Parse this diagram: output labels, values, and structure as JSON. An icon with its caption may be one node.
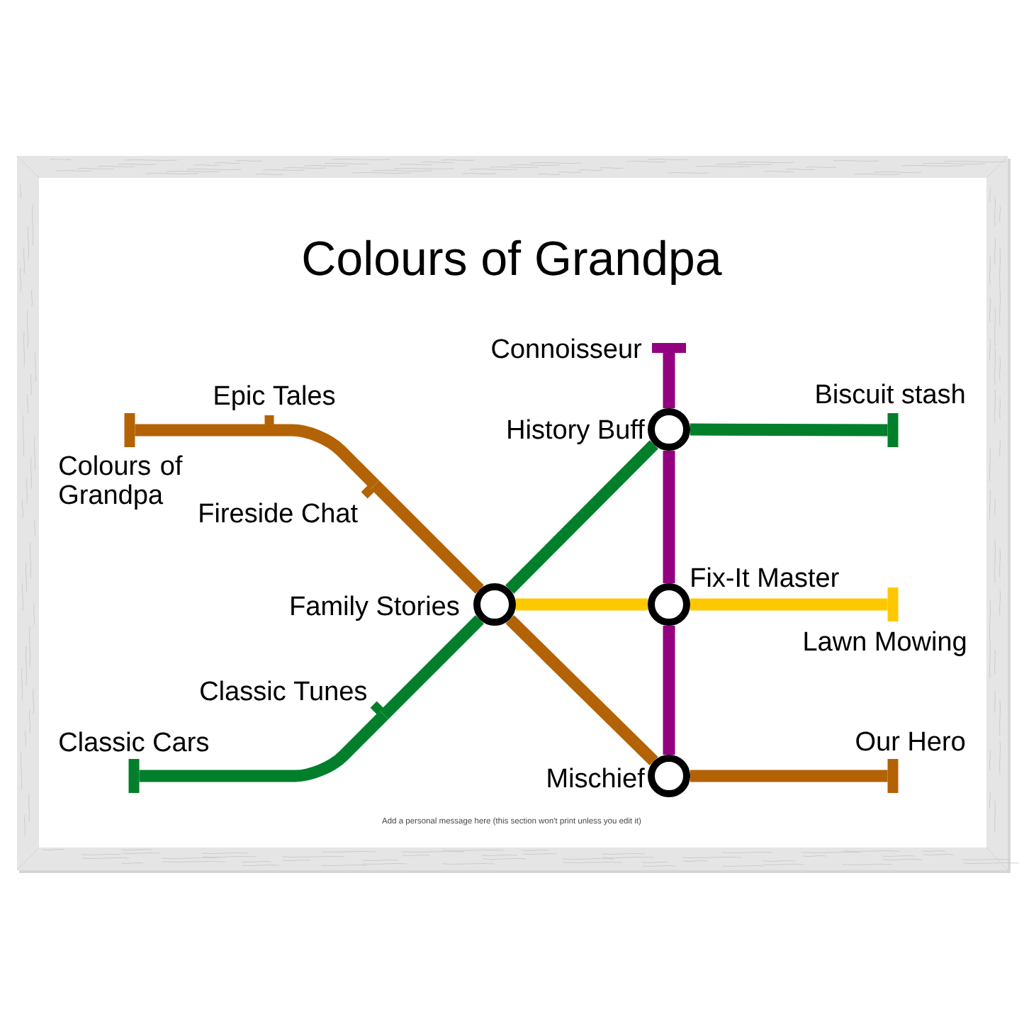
{
  "diagram": {
    "title": "Colours of Grandpa",
    "nodes": [
      {
        "text": [
          "Connoisseur"
        ]
      },
      {
        "text": [
          "Epic Tales"
        ]
      },
      {
        "text": [
          "Biscuit stash"
        ]
      },
      {
        "text": [
          "History Buff"
        ]
      },
      {
        "text": [
          "Colours of Grandpa"
        ]
      },
      {
        "text": [
          "Fireside Chat"
        ]
      },
      {
        "text": [
          "Fix-It Master"
        ]
      },
      {
        "text": [
          "Family Stories"
        ]
      },
      {
        "text": [
          "Lawn Mowing"
        ]
      },
      {
        "text": [
          "Classic Tunes"
        ]
      },
      {
        "text": [
          "Classic Cars"
        ]
      },
      {
        "text": [
          "Our Hero"
        ]
      },
      {
        "text": [
          "Mischief"
        ]
      }
    ],
    "edges": [
      {
        "from": 4,
        "to": 1,
        "arrow": "none",
        "color": "#b36205"
      },
      {
        "from": 1,
        "to": 5,
        "arrow": "none",
        "color": "#b36205"
      },
      {
        "from": 5,
        "to": 7,
        "arrow": "none",
        "color": "#b36205"
      },
      {
        "from": 7,
        "to": 12,
        "arrow": "none",
        "color": "#b36205"
      },
      {
        "from": 12,
        "to": 11,
        "arrow": "none",
        "color": "#b36205"
      },
      {
        "from": 10,
        "to": 9,
        "arrow": "none",
        "color": "#017f2b"
      },
      {
        "from": 9,
        "to": 7,
        "arrow": "none",
        "color": "#017f2b"
      },
      {
        "from": 7,
        "to": 3,
        "arrow": "none",
        "color": "#017f2b"
      },
      {
        "from": 3,
        "to": 2,
        "arrow": "none",
        "color": "#017f2b"
      },
      {
        "from": 7,
        "to": 6,
        "arrow": "none",
        "color": "#fec800"
      },
      {
        "from": 6,
        "to": 8,
        "arrow": "none",
        "color": "#fec800"
      },
      {
        "from": 0,
        "to": 3,
        "arrow": "none",
        "color": "#930080"
      },
      {
        "from": 3,
        "to": 6,
        "arrow": "none",
        "color": "#930080"
      },
      {
        "from": 6,
        "to": 12,
        "arrow": "none",
        "color": "#930080"
      }
    ],
    "labels": [
      "Add a personal message here (this section won't print unless you edit it)"
    ]
  }
}
